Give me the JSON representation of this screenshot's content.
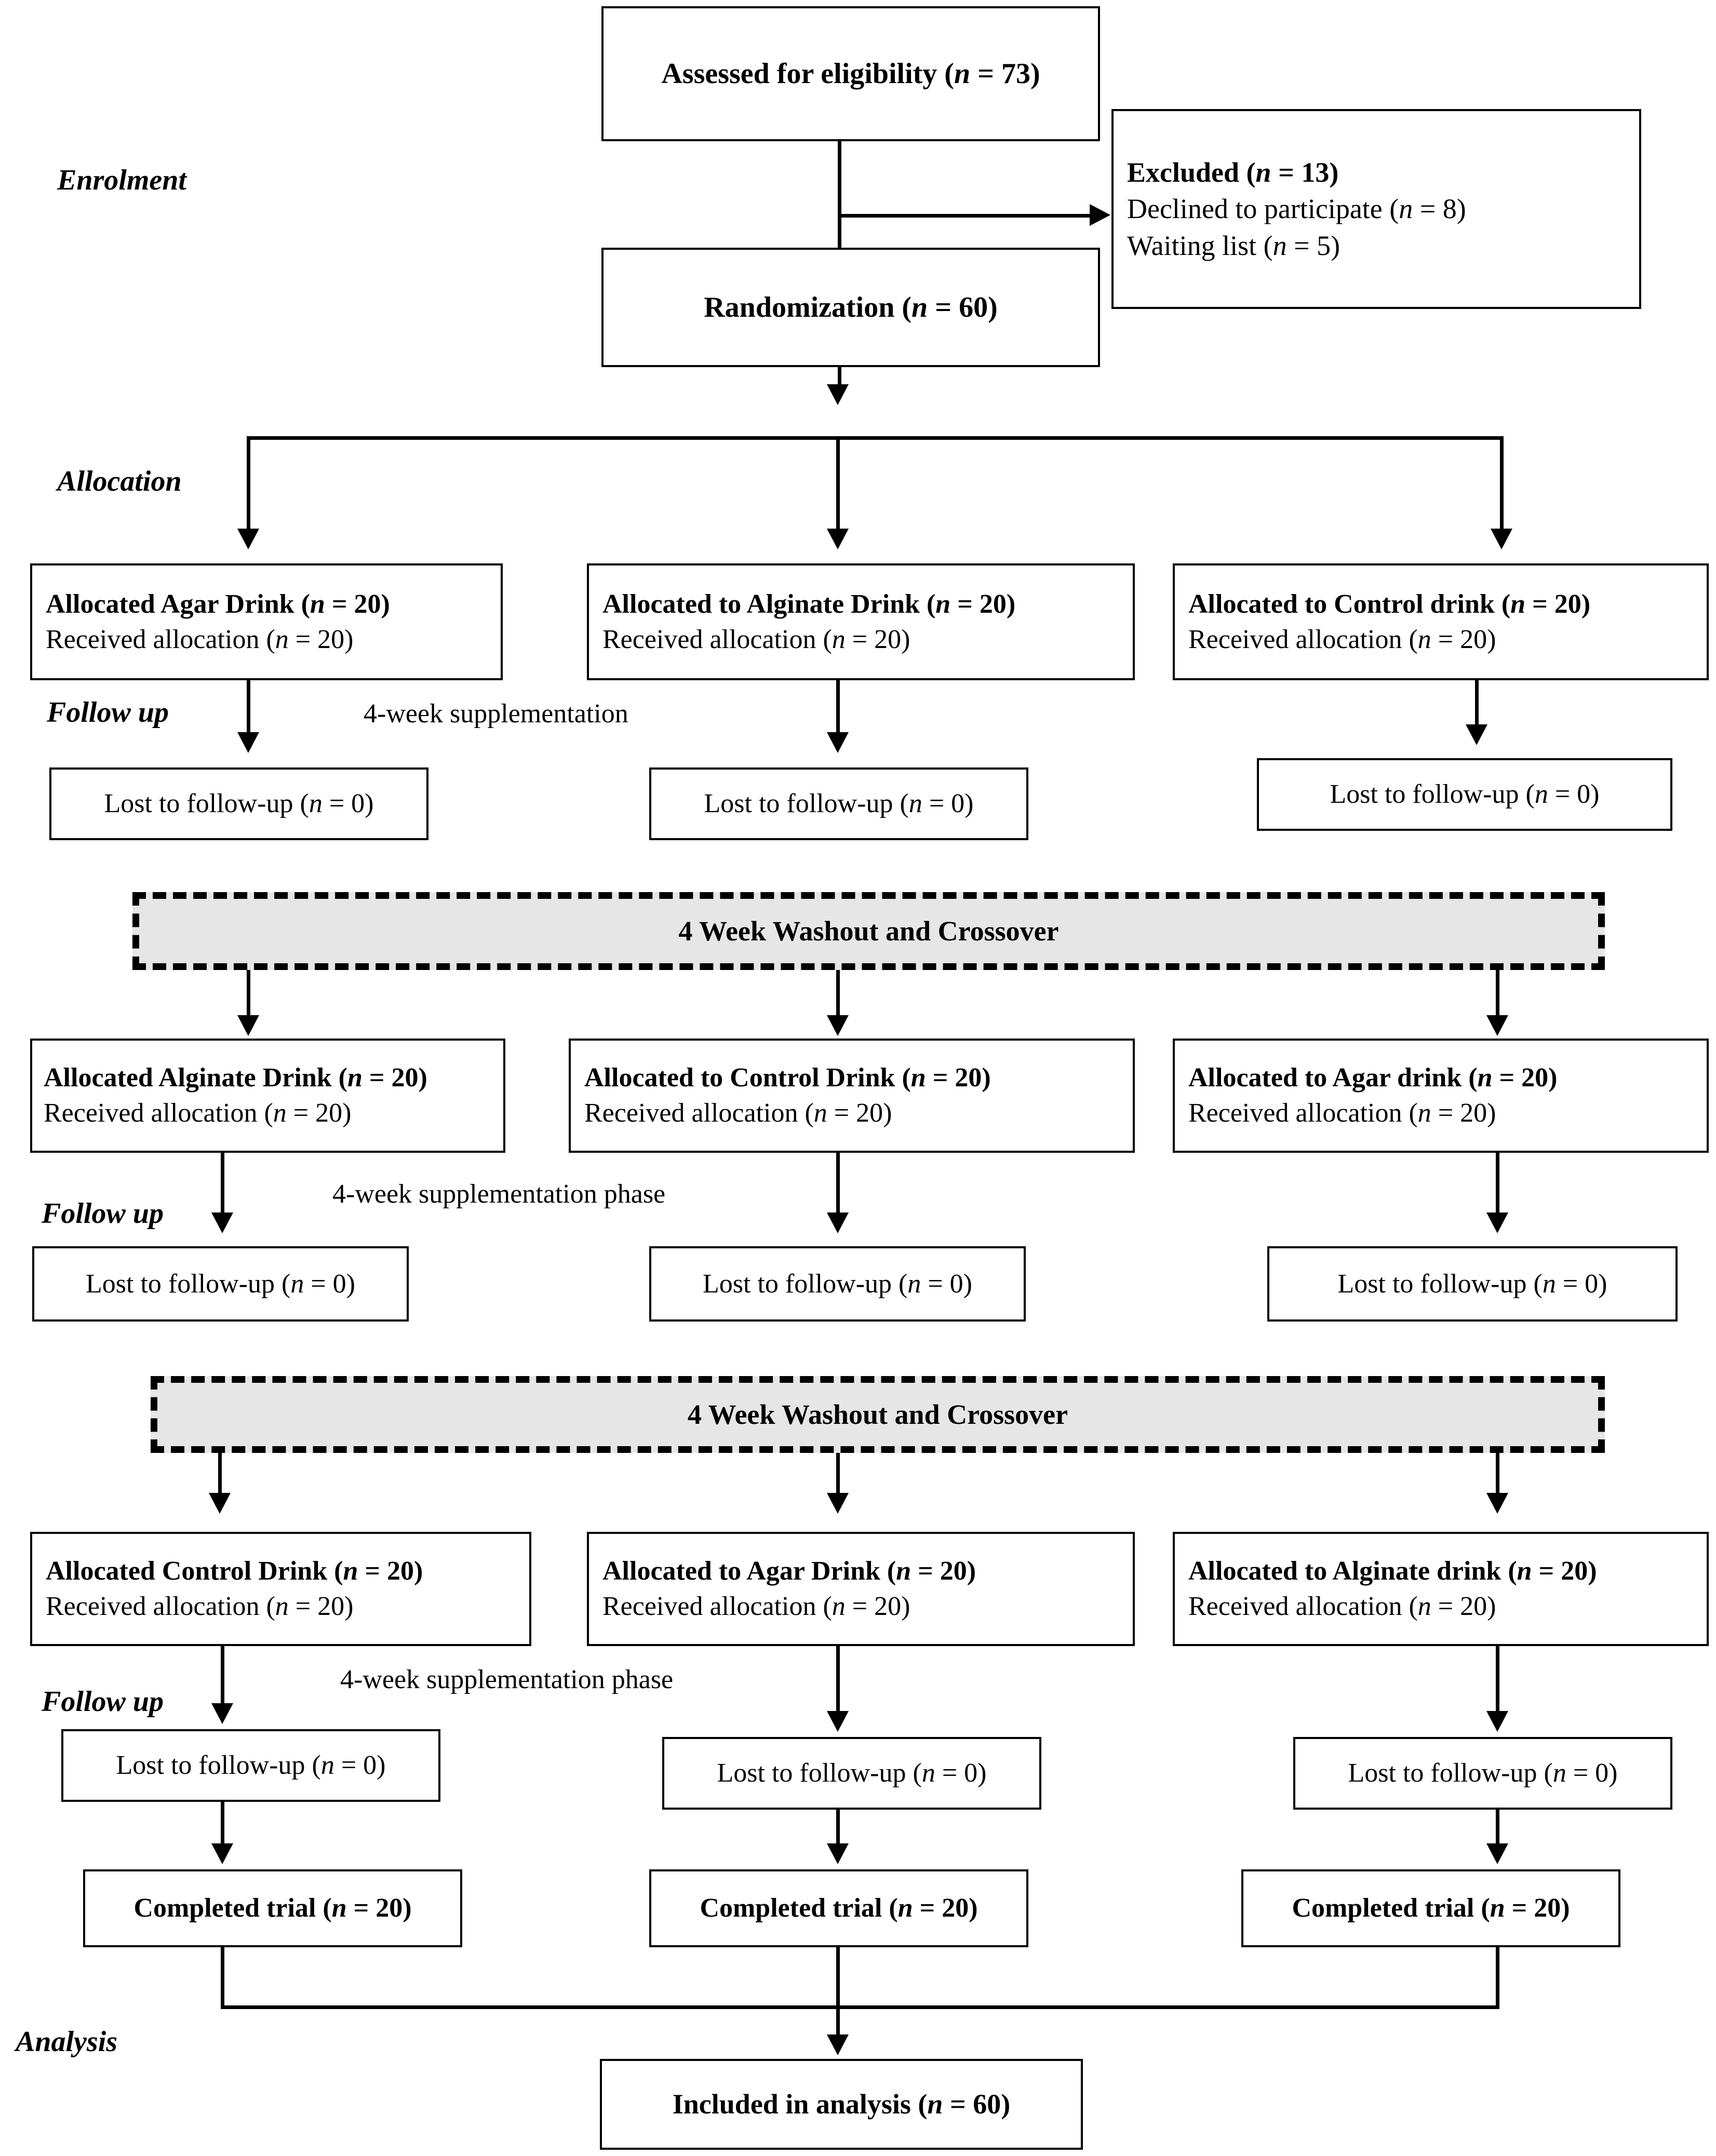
{
  "diagram": {
    "title": "CONSORT participant flow diagram",
    "type": "flowchart",
    "colors": {
      "line": "#000000",
      "box_border": "#000000",
      "box_fill": "#ffffff",
      "washout_fill": "#e6e6e6",
      "text": "#000000"
    }
  },
  "stages": {
    "enrolment": "Enrolment",
    "allocation": "Allocation",
    "follow_up_1": "Follow up",
    "follow_up_2": "Follow up",
    "follow_up_3": "Follow up",
    "analysis": "Analysis"
  },
  "annotations": {
    "supplementation_1": "4-week supplementation",
    "supplementation_2": "4-week supplementation phase",
    "supplementation_3": "4-week supplementation phase"
  },
  "enrolment": {
    "assessed": {
      "bold": "Assessed for eligibility (",
      "n": "n",
      "eq": " = 73)"
    },
    "assessed_text": "Assessed for eligibility (n = 73)",
    "excluded": {
      "heading_pre": "Excluded (",
      "heading_n": "n",
      "heading_post": " = 13)",
      "reasons": [
        {
          "pre": "Declined to participate (",
          "n": "n",
          "post": " = 8)"
        },
        {
          "pre": "Waiting list (",
          "n": "n",
          "post": " = 5)"
        }
      ]
    },
    "randomization": {
      "pre": "Randomization (",
      "n": "n",
      "post": " = 60)"
    }
  },
  "periods": [
    {
      "id": "period-1",
      "allocations": [
        {
          "title_pre": "Allocated Agar Drink (",
          "title_n": "n",
          "title_post": " = 20)",
          "received_pre": "Received allocation (",
          "received_n": "n",
          "received_post": " = 20)"
        },
        {
          "title_pre": "Allocated to Alginate Drink (",
          "title_n": "n",
          "title_post": " = 20)",
          "received_pre": "Received allocation (",
          "received_n": "n",
          "received_post": " = 20)"
        },
        {
          "title_pre": "Allocated to Control drink (",
          "title_n": "n",
          "title_post": " = 20)",
          "received_pre": "Received allocation (",
          "received_n": "n",
          "received_post": " = 20)"
        }
      ],
      "lost": [
        {
          "pre": "Lost to follow-up (",
          "n": "n",
          "post": " = 0)"
        },
        {
          "pre": "Lost to follow-up (",
          "n": "n",
          "post": " = 0)"
        },
        {
          "pre": "Lost to follow-up (",
          "n": "n",
          "post": " = 0)"
        }
      ]
    },
    {
      "id": "period-2",
      "allocations": [
        {
          "title_pre": "Allocated Alginate Drink (",
          "title_n": "n",
          "title_post": " = 20)",
          "received_pre": "Received allocation (",
          "received_n": "n",
          "received_post": " = 20)"
        },
        {
          "title_pre": "Allocated to Control Drink (",
          "title_n": "n",
          "title_post": " = 20)",
          "received_pre": "Received allocation (",
          "received_n": "n",
          "received_post": " = 20)"
        },
        {
          "title_pre": "Allocated to Agar drink (",
          "title_n": "n",
          "title_post": " = 20)",
          "received_pre": "Received allocation (",
          "received_n": "n",
          "received_post": " = 20)"
        }
      ],
      "lost": [
        {
          "pre": "Lost to follow-up (",
          "n": "n",
          "post": " = 0)"
        },
        {
          "pre": "Lost to follow-up (",
          "n": "n",
          "post": " = 0)"
        },
        {
          "pre": "Lost to follow-up (",
          "n": "n",
          "post": " = 0)"
        }
      ]
    },
    {
      "id": "period-3",
      "allocations": [
        {
          "title_pre": "Allocated Control Drink (",
          "title_n": "n",
          "title_post": " = 20)",
          "received_pre": "Received allocation (",
          "received_n": "n",
          "received_post": " = 20)"
        },
        {
          "title_pre": "Allocated to Agar Drink (",
          "title_n": "n",
          "title_post": " = 20)",
          "received_pre": "Received allocation (",
          "received_n": "n",
          "received_post": " = 20)"
        },
        {
          "title_pre": "Allocated to Alginate drink (",
          "title_n": "n",
          "title_post": " = 20)",
          "received_pre": "Received allocation (",
          "received_n": "n",
          "received_post": " = 20)"
        }
      ],
      "lost": [
        {
          "pre": "Lost to follow-up (",
          "n": "n",
          "post": " = 0)"
        },
        {
          "pre": "Lost to follow-up (",
          "n": "n",
          "post": " = 0)"
        },
        {
          "pre": "Lost to follow-up (",
          "n": "n",
          "post": " = 0)"
        }
      ]
    }
  ],
  "washouts": [
    {
      "label": "4 Week Washout and Crossover"
    },
    {
      "label": "4 Week Washout and Crossover"
    }
  ],
  "completed": [
    {
      "pre": "Completed trial (",
      "n": "n",
      "post": " = 20)"
    },
    {
      "pre": "Completed trial (",
      "n": "n",
      "post": " = 20)"
    },
    {
      "pre": "Completed trial (",
      "n": "n",
      "post": " = 20)"
    }
  ],
  "analysis": {
    "pre": "Included in analysis (",
    "n": "n",
    "post": " = 60)"
  }
}
